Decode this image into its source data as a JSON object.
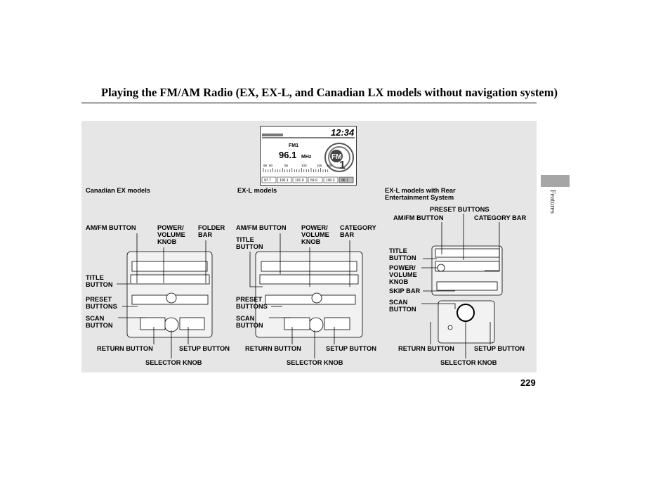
{
  "header": {
    "title": "Playing the FM/AM Radio (EX, EX-L, and Canadian LX models without navigation system)"
  },
  "side_tab": {
    "label": "Features"
  },
  "page_number": "229",
  "display": {
    "clock": "12:34",
    "band": "FM1",
    "frequency": "96.1",
    "unit": "MHz",
    "badge": "FM",
    "badge_num": "1",
    "presets": [
      "97.7",
      "100.1",
      "101.9",
      "69.9",
      "100.3",
      "96.1"
    ],
    "scale": [
      "88",
      "90",
      "95",
      "100",
      "105",
      "108"
    ]
  },
  "models": {
    "canadian_ex": {
      "heading": "Canadian EX models",
      "labels": {
        "amfm": "AM/FM BUTTON",
        "power": "POWER/\nVOLUME\nKNOB",
        "folder": "FOLDER\nBAR",
        "title": "TITLE\nBUTTON",
        "preset": "PRESET\nBUTTONS",
        "scan": "SCAN\nBUTTON",
        "return": "RETURN BUTTON",
        "setup": "SETUP BUTTON",
        "selector": "SELECTOR KNOB"
      }
    },
    "exl": {
      "heading": "EX-L models",
      "labels": {
        "amfm": "AM/FM BUTTON",
        "power": "POWER/\nVOLUME\nKNOB",
        "category": "CATEGORY\nBAR",
        "title": "TITLE\nBUTTON",
        "preset": "PRESET\nBUTTONS",
        "scan": "SCAN\nBUTTON",
        "return": "RETURN BUTTON",
        "setup": "SETUP BUTTON",
        "selector": "SELECTOR KNOB"
      }
    },
    "exl_rear": {
      "heading": "EX-L models with Rear\nEntertainment System",
      "labels": {
        "preset": "PRESET BUTTONS",
        "amfm": "AM/FM BUTTON",
        "category": "CATEGORY BAR",
        "title": "TITLE\nBUTTON",
        "power": "POWER/\nVOLUME\nKNOB",
        "skip": "SKIP BAR",
        "scan": "SCAN\nBUTTON",
        "return": "RETURN BUTTON",
        "setup": "SETUP BUTTON",
        "selector": "SELECTOR KNOB"
      }
    }
  }
}
